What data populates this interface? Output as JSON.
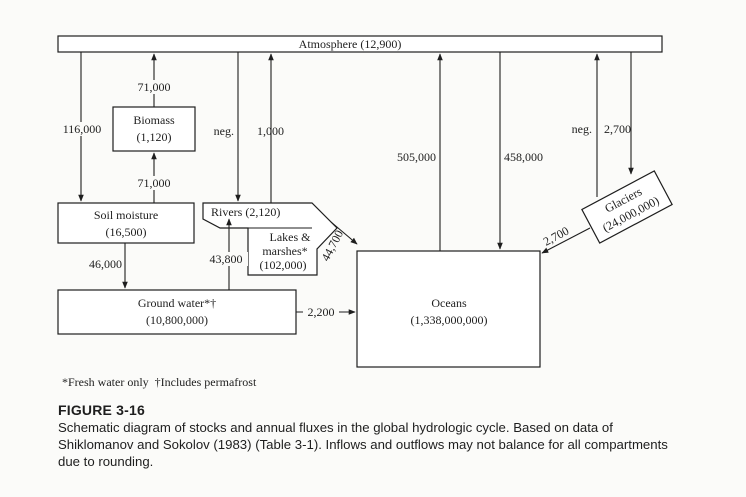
{
  "stocks": {
    "atmosphere": {
      "name": "Atmosphere",
      "value": "(12,900)"
    },
    "biomass": {
      "name": "Biomass",
      "value": "(1,120)"
    },
    "soil_moisture": {
      "name": "Soil moisture",
      "value": "(16,500)"
    },
    "rivers": {
      "name": "Rivers",
      "value": "(2,120)"
    },
    "lakes": {
      "line1": "Lakes &",
      "line2": "marshes*",
      "value": "(102,000)"
    },
    "ground_water": {
      "name": "Ground water*†",
      "value": "(10,800,000)"
    },
    "oceans": {
      "name": "Oceans",
      "value": "(1,338,000,000)"
    },
    "glaciers": {
      "name": "Glaciers",
      "value": "(24,000,000)"
    }
  },
  "fluxes": {
    "biomass_to_atmosphere": "71,000",
    "atmosphere_to_soil": "116,000",
    "soil_to_biomass": "71,000",
    "atmosphere_rivers": "neg.",
    "lakes_to_atmosphere": "1,000",
    "oceans_to_atmosphere": "505,000",
    "atmosphere_to_oceans": "458,000",
    "glaciers_atmosphere": "neg.",
    "atmosphere_to_glaciers": "2,700",
    "glaciers_to_oceans": "2,700",
    "rivers_to_oceans": "44,700",
    "soil_to_ground_water": "46,000",
    "ground_water_to_rivers": "43,800",
    "ground_water_to_oceans": "2,200"
  },
  "footnote": "*Fresh water only  †Includes permafrost",
  "figure": {
    "title": "FIGURE 3-16",
    "caption": "Schematic diagram of stocks and annual fluxes in the global hydrologic cycle. Based on data of Shiklomanov and Sokolov (1983) (Table 3-1). Inflows and outflows may not balance for all compartments due to rounding."
  }
}
